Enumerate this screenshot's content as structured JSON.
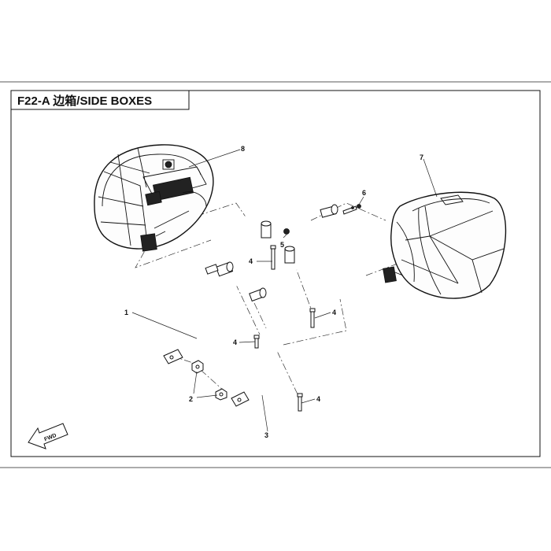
{
  "page": {
    "title": "F22-A  边箱/SIDE BOXES",
    "fwd_label": "FWD"
  },
  "callouts": [
    {
      "id": "c1",
      "label": "1"
    },
    {
      "id": "c2",
      "label": "2"
    },
    {
      "id": "c3",
      "label": "3"
    },
    {
      "id": "c4a",
      "label": "4"
    },
    {
      "id": "c4b",
      "label": "4"
    },
    {
      "id": "c4c",
      "label": "4"
    },
    {
      "id": "c4d",
      "label": "4"
    },
    {
      "id": "c5",
      "label": "5"
    },
    {
      "id": "c6",
      "label": "6"
    },
    {
      "id": "c7",
      "label": "7"
    },
    {
      "id": "c8",
      "label": "8"
    }
  ]
}
